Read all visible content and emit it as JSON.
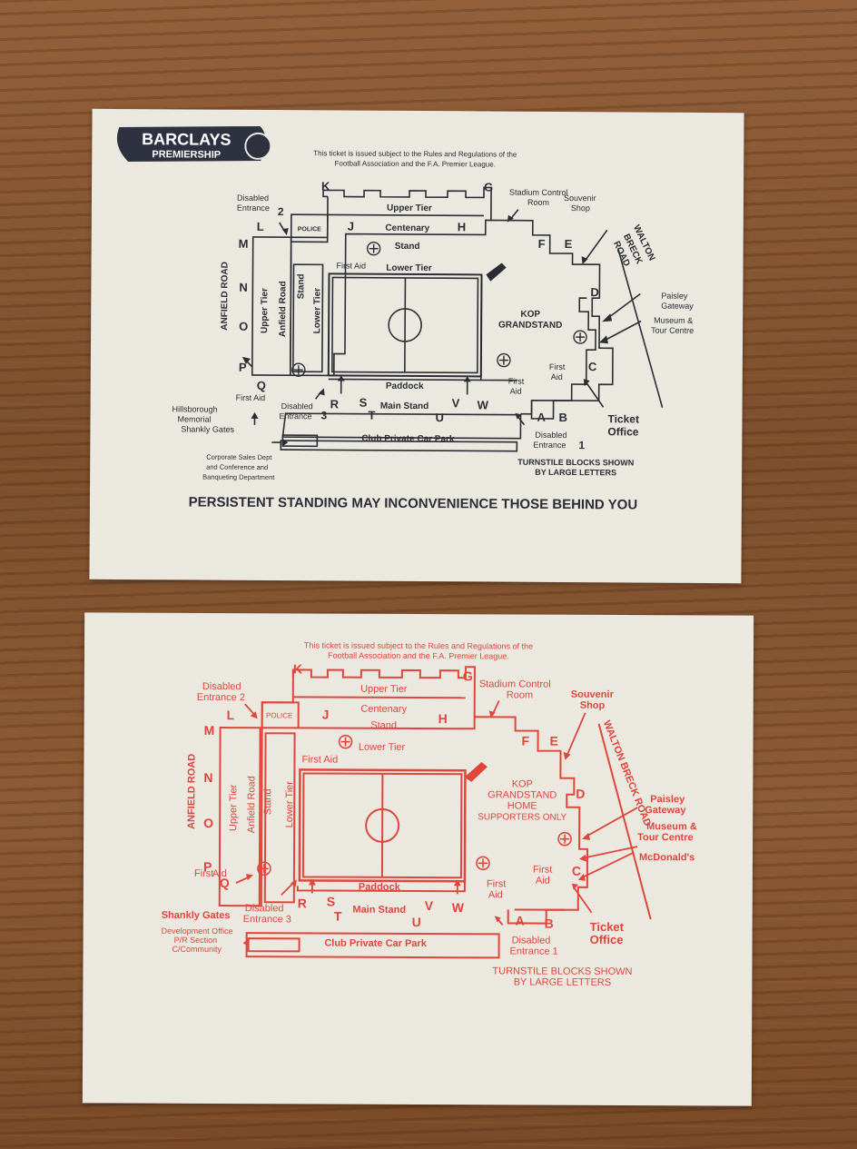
{
  "colors": {
    "ink_black": "#2a2d33",
    "ink_red": "#e0463c",
    "paper": "#ebe8e0",
    "wood": "#8a5a32"
  },
  "ticket_top": {
    "logo": {
      "line1": "BARCLAYS",
      "line2": "PREMIERSHIP"
    },
    "notice": [
      "This ticket is issued subject to the Rules and Regulations of the",
      "Football Association and the F.A. Premier League."
    ],
    "stands": {
      "upper_tier": "Upper Tier",
      "centenary": "Centenary",
      "stand": "Stand",
      "lower_tier": "Lower Tier",
      "anfield_upper": "Upper Tier",
      "anfield_road": "Anfield Road",
      "anfield_stand": "Stand",
      "anfield_lower": "Lower Tier",
      "kop": [
        "KOP",
        "GRANDSTAND"
      ],
      "paddock": "Paddock",
      "main_stand": "Main Stand",
      "car_park": "Club Private Car Park"
    },
    "roads": {
      "anfield_road": "ANFIELD ROAD",
      "walton": [
        "WALTON",
        "BRECK",
        "ROAD"
      ]
    },
    "labels": {
      "disabled_2": [
        "Disabled",
        "Entrance"
      ],
      "disabled_2_num": "2",
      "police": "POLICE",
      "stadium_control": [
        "Stadium Control",
        "Room"
      ],
      "souvenir": [
        "Souvenir",
        "Shop"
      ],
      "first_aid_top": "First Aid",
      "paisley": [
        "Paisley",
        "Gateway"
      ],
      "museum": [
        "Museum &",
        "Tour Centre"
      ],
      "first_aid_kop": [
        "First",
        "Aid"
      ],
      "first_aid_main": [
        "First",
        "Aid"
      ],
      "first_aid_left": "First Aid",
      "disabled_3": [
        "Disabled",
        "Entrance"
      ],
      "disabled_3_num": "3",
      "hillsborough": [
        "Hillsborough",
        "Memorial",
        "Shankly Gates"
      ],
      "corporate": [
        "Corporate Sales Dept",
        "and Conference and",
        "Banqueting Department"
      ],
      "ticket_office": [
        "Ticket",
        "Office"
      ],
      "disabled_1": [
        "Disabled",
        "Entrance"
      ],
      "disabled_1_num": "1",
      "turnstile": [
        "TURNSTILE BLOCKS SHOWN",
        "BY LARGE LETTERS"
      ]
    },
    "letters": {
      "K": "K",
      "G": "G",
      "L": "L",
      "J": "J",
      "H": "H",
      "M": "M",
      "N": "N",
      "O": "O",
      "P": "P",
      "Q": "Q",
      "F": "F",
      "E": "E",
      "D": "D",
      "C": "C",
      "B": "B",
      "A": "A",
      "R": "R",
      "S": "S",
      "T": "T",
      "U": "U",
      "V": "V",
      "W": "W"
    },
    "footer": "PERSISTENT STANDING MAY INCONVENIENCE THOSE BEHIND YOU"
  },
  "ticket_bottom": {
    "notice": [
      "This ticket is issued subject to the Rules and Regulations of the",
      "Football Association and the F.A. Premier League."
    ],
    "stands": {
      "upper_tier": "Upper Tier",
      "centenary": "Centenary",
      "stand": "Stand",
      "lower_tier": "Lower Tier",
      "anfield_upper": "Upper Tier",
      "anfield_road": "Anfield Road",
      "anfield_stand": "Stand",
      "anfield_lower": "Lower Tier",
      "kop": [
        "KOP",
        "GRANDSTAND",
        "HOME",
        "SUPPORTERS ONLY"
      ],
      "paddock": "Paddock",
      "main_stand": "Main Stand",
      "car_park": "Club Private Car Park"
    },
    "roads": {
      "anfield_road": "ANFIELD ROAD",
      "walton": "WALTON BRECK ROAD"
    },
    "labels": {
      "disabled_2": [
        "Disabled",
        "Entrance 2"
      ],
      "police": "POLICE",
      "stadium_control": [
        "Stadium Control",
        "Room"
      ],
      "souvenir": [
        "Souvenir",
        "Shop"
      ],
      "first_aid_top": "First Aid",
      "paisley": [
        "Paisley",
        "Gateway"
      ],
      "museum": [
        "Museum &",
        "Tour Centre"
      ],
      "mcdonalds": "McDonald's",
      "first_aid_kop": [
        "First",
        "Aid"
      ],
      "first_aid_main": [
        "First",
        "Aid"
      ],
      "first_aid_left": [
        "First",
        "Aid"
      ],
      "shankly": "Shankly Gates",
      "disabled_3": [
        "Disabled",
        "Entrance 3"
      ],
      "development": [
        "Development Office",
        "P/R Section",
        "C/Community"
      ],
      "ticket_office": [
        "Ticket",
        "Office"
      ],
      "disabled_1": [
        "Disabled",
        "Entrance 1"
      ],
      "turnstile": [
        "TURNSTILE BLOCKS SHOWN",
        "BY LARGE LETTERS"
      ]
    },
    "letters": {
      "K": "K",
      "G": "G",
      "L": "L",
      "J": "J",
      "H": "H",
      "M": "M",
      "N": "N",
      "O": "O",
      "P": "P",
      "Q": "Q",
      "F": "F",
      "E": "E",
      "D": "D",
      "C": "C",
      "B": "B",
      "A": "A",
      "R": "R",
      "S": "S",
      "T": "T",
      "U": "U",
      "V": "V",
      "W": "W"
    }
  }
}
